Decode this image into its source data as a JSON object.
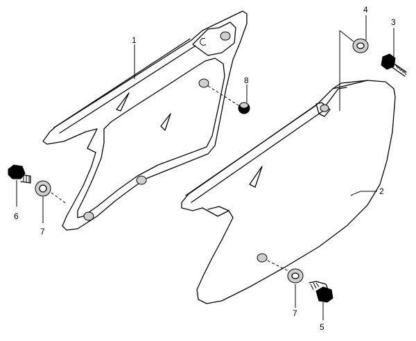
{
  "callouts": [
    {
      "id": "c1",
      "label": "1"
    },
    {
      "id": "c2",
      "label": "2"
    },
    {
      "id": "c3",
      "label": "3"
    },
    {
      "id": "c4",
      "label": "4"
    },
    {
      "id": "c5",
      "label": "5"
    },
    {
      "id": "c6",
      "label": "6"
    },
    {
      "id": "c7a",
      "label": "7"
    },
    {
      "id": "c7b",
      "label": "7"
    },
    {
      "id": "c8",
      "label": "8"
    }
  ]
}
